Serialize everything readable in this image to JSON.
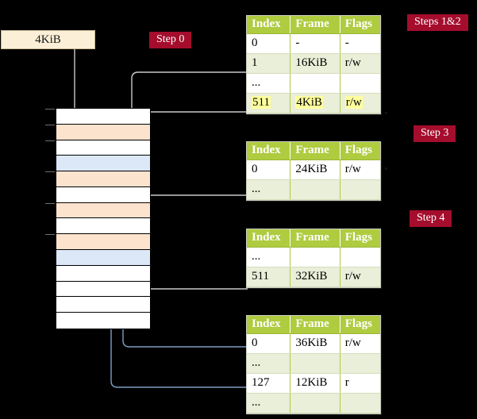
{
  "diagram": {
    "title": "four-level page table walk",
    "background": "#000000",
    "accent_badge": "#A50D2D",
    "table_header": "#AFCB3F",
    "row_alt": "#E9EFD8",
    "highlight": "#FFFF9E",
    "mem_orange": "#FCE3CE",
    "mem_blue": "#DCE8F8",
    "wire_gray": "#BDBDBD",
    "wire_blue": "#7E9EC4"
  },
  "source_box": {
    "label": "4KiB"
  },
  "badges": [
    {
      "id": "step-0",
      "label": "Step 0"
    },
    {
      "id": "steps-1-2",
      "label": "Steps 1&2"
    },
    {
      "id": "step-3",
      "label": "Step 3"
    },
    {
      "id": "step-4",
      "label": "Step 4"
    }
  ],
  "tables": [
    {
      "id": "table-level-4",
      "headers": [
        "Index",
        "Frame",
        "Flags"
      ],
      "rows": [
        {
          "cells": [
            "0",
            "-",
            "-"
          ],
          "shade": "odd",
          "highlight": false
        },
        {
          "cells": [
            "1",
            "16KiB",
            "r/w"
          ],
          "shade": "even",
          "highlight": false
        },
        {
          "cells": [
            "...",
            "",
            ""
          ],
          "shade": "odd",
          "highlight": false
        },
        {
          "cells": [
            "511",
            "4KiB",
            "r/w"
          ],
          "shade": "even",
          "highlight": true
        }
      ]
    },
    {
      "id": "table-level-3",
      "headers": [
        "Index",
        "Frame",
        "Flags"
      ],
      "rows": [
        {
          "cells": [
            "0",
            "24KiB",
            "r/w"
          ],
          "shade": "odd",
          "highlight": false
        },
        {
          "cells": [
            "...",
            "",
            ""
          ],
          "shade": "even",
          "highlight": false
        }
      ]
    },
    {
      "id": "table-level-2",
      "headers": [
        "Index",
        "Frame",
        "Flags"
      ],
      "rows": [
        {
          "cells": [
            "...",
            "",
            ""
          ],
          "shade": "odd",
          "highlight": false
        },
        {
          "cells": [
            "511",
            "32KiB",
            "r/w"
          ],
          "shade": "even",
          "highlight": false
        }
      ]
    },
    {
      "id": "table-level-1",
      "headers": [
        "Index",
        "Frame",
        "Flags"
      ],
      "rows": [
        {
          "cells": [
            "0",
            "36KiB",
            "r/w"
          ],
          "shade": "odd",
          "highlight": false
        },
        {
          "cells": [
            "...",
            "",
            ""
          ],
          "shade": "even",
          "highlight": false
        },
        {
          "cells": [
            "127",
            "12KiB",
            "r"
          ],
          "shade": "odd",
          "highlight": false
        },
        {
          "cells": [
            "...",
            "",
            ""
          ],
          "shade": "even",
          "highlight": false
        }
      ]
    }
  ],
  "memory_rows": [
    {
      "fill": "white",
      "tick": true
    },
    {
      "fill": "orange",
      "tick": true
    },
    {
      "fill": "white",
      "tick": true
    },
    {
      "fill": "blue",
      "tick": false
    },
    {
      "fill": "orange",
      "tick": true
    },
    {
      "fill": "white",
      "tick": false
    },
    {
      "fill": "orange",
      "tick": true
    },
    {
      "fill": "white",
      "tick": false
    },
    {
      "fill": "orange",
      "tick": true
    },
    {
      "fill": "blue",
      "tick": false
    },
    {
      "fill": "white",
      "tick": false
    },
    {
      "fill": "white",
      "tick": false
    },
    {
      "fill": "white",
      "tick": false
    },
    {
      "fill": "white",
      "tick": false
    }
  ]
}
